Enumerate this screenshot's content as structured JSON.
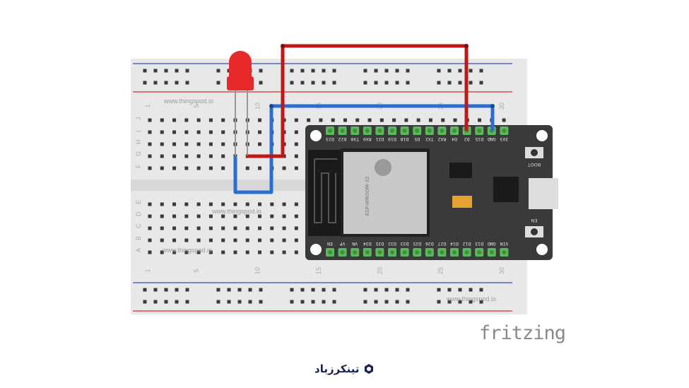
{
  "watermark": "www.thingspod.io",
  "breadboard": {
    "column_numbers": [
      "1",
      "5",
      "10",
      "15",
      "20",
      "25",
      "30"
    ],
    "row_letters_top": [
      "J",
      "I",
      "H",
      "G",
      "F"
    ],
    "row_letters_bottom": [
      "E",
      "D",
      "C",
      "B",
      "A"
    ]
  },
  "esp32": {
    "top_pins": [
      "D23",
      "D22",
      "TX0",
      "RX0",
      "D21",
      "D19",
      "D18",
      "D5",
      "TX2",
      "RX2",
      "D4",
      "D2",
      "D15",
      "GND",
      "3V3"
    ],
    "bottom_pins": [
      "EN",
      "VP",
      "VN",
      "D34",
      "D35",
      "D32",
      "D33",
      "D25",
      "D26",
      "D27",
      "D14",
      "D12",
      "D13",
      "GND",
      "VIN"
    ],
    "module_label": "ESP-WROOM-32",
    "boot_label": "BOOT",
    "en_label": "EN"
  },
  "wire_colors": {
    "red": "#c01818",
    "blue": "#2a6fd0",
    "led": "#e8292b"
  },
  "fritzing_logo": "fritzing",
  "brand_logo": "تینکرزباد"
}
